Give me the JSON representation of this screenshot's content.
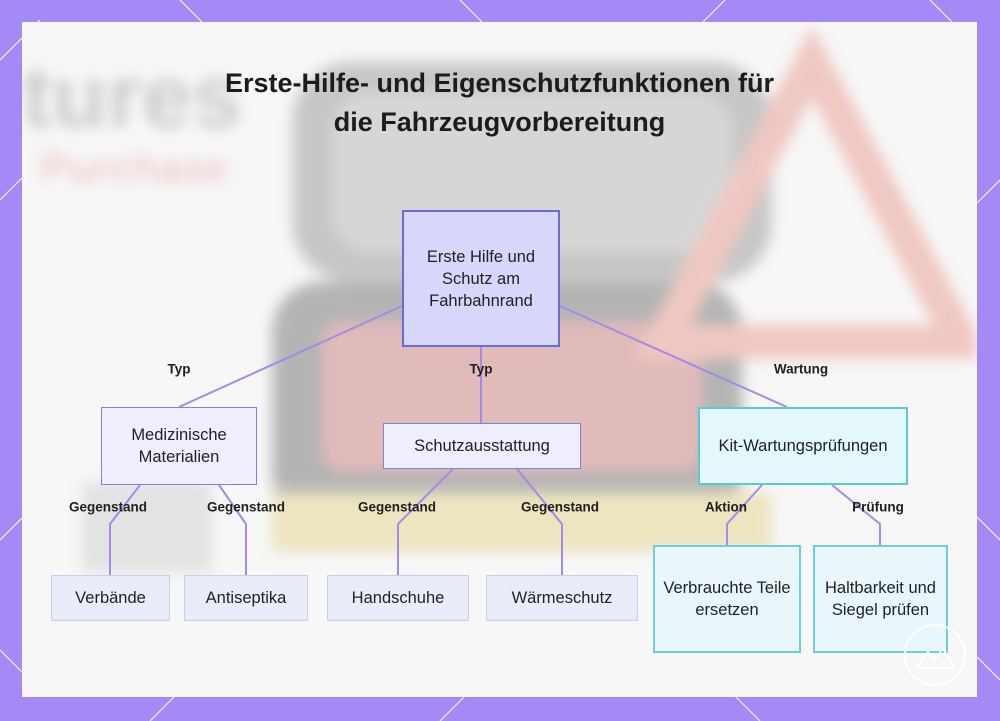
{
  "title": "Erste-Hilfe- und Eigenschutzfunktionen für die Fahrzeugvorbereitung",
  "background_text": {
    "line1": "tures",
    "line2": "Purchase"
  },
  "colors": {
    "frame": "#a58af5",
    "root_fill": "#d7d6fb",
    "root_border": "#6a6bd6",
    "connector": "#a58ae8",
    "maintenance_border": "#5ec9d4"
  },
  "diagram": {
    "root": {
      "label": "Erste Hilfe und Schutz am Fahrbahnrand"
    },
    "branches": [
      {
        "edge_label": "Typ",
        "label": "Medizinische Materialien",
        "children": [
          {
            "edge_label": "Gegenstand",
            "label": "Verbände"
          },
          {
            "edge_label": "Gegenstand",
            "label": "Antiseptika"
          }
        ]
      },
      {
        "edge_label": "Typ",
        "label": "Schutzausstattung",
        "children": [
          {
            "edge_label": "Gegenstand",
            "label": "Handschuhe"
          },
          {
            "edge_label": "Gegenstand",
            "label": "Wärmeschutz"
          }
        ]
      },
      {
        "edge_label": "Wartung",
        "label": "Kit-Wartungsprüfungen",
        "children": [
          {
            "edge_label": "Aktion",
            "label": "Verbrauchte Teile ersetzen"
          },
          {
            "edge_label": "Prüfung",
            "label": "Haltbarkeit und Siegel prüfen"
          }
        ]
      }
    ]
  },
  "icons": {
    "corner_logo": "mountain-logo-icon"
  }
}
